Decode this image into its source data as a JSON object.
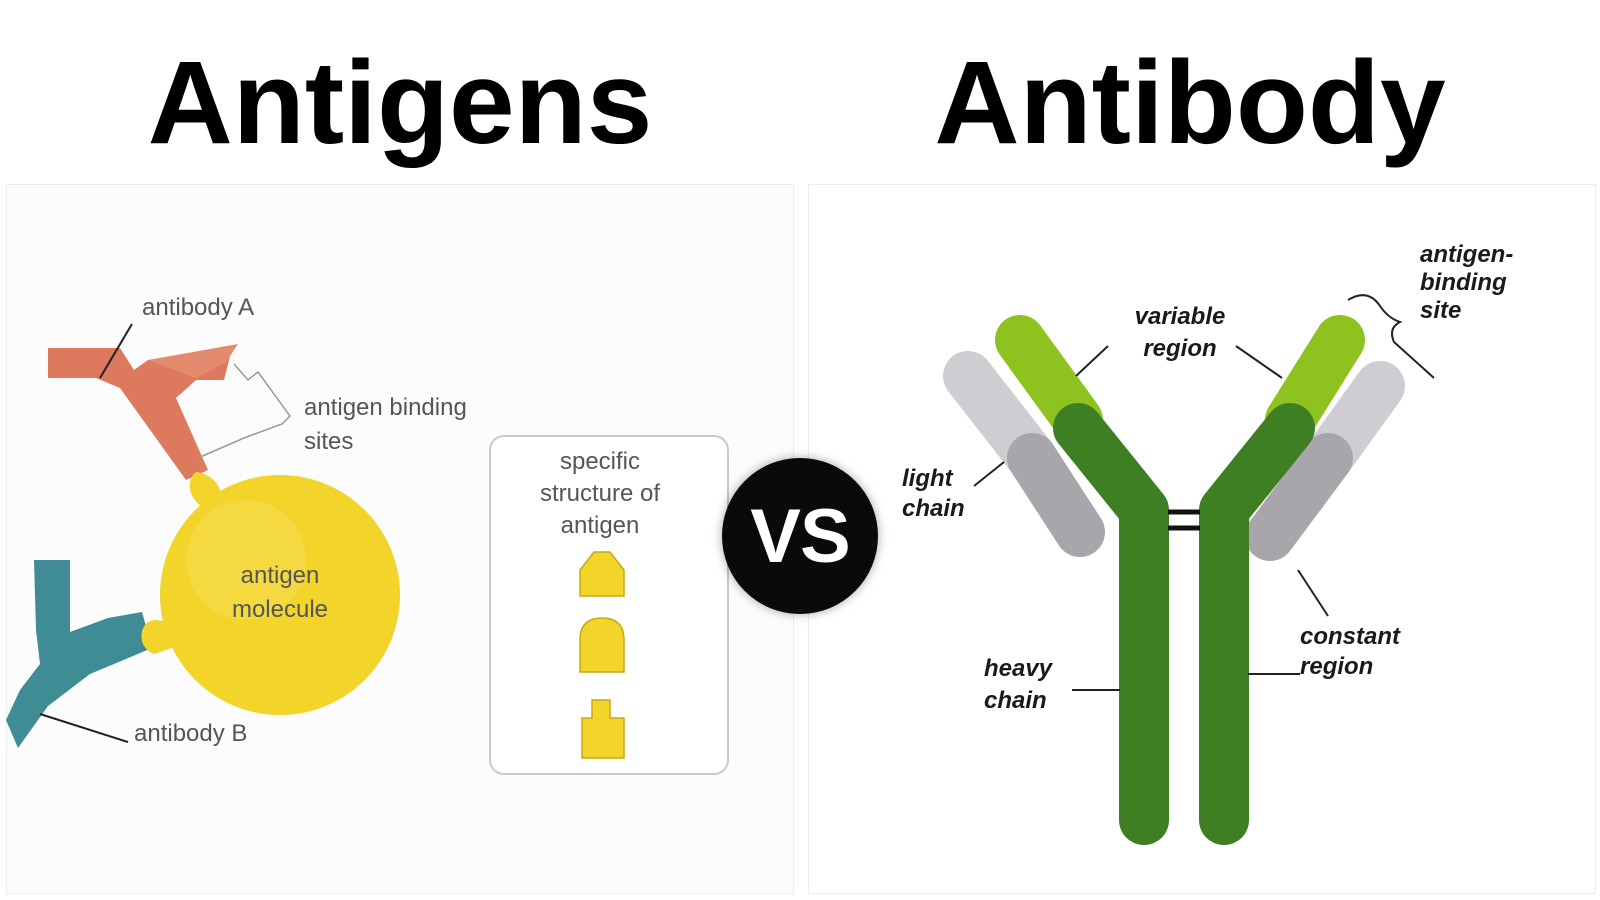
{
  "titles": {
    "left": "Antigens",
    "right": "Antibody"
  },
  "vs_label": "VS",
  "antigen_panel": {
    "antibody_a": "antibody A",
    "antigen_binding_sites_line1": "antigen binding",
    "antigen_binding_sites_line2": "sites",
    "antigen_molecule_line1": "antigen",
    "antigen_molecule_line2": "molecule",
    "antibody_b": "antibody B",
    "specific_structure_line1": "specific",
    "specific_structure_line2": "structure of",
    "specific_structure_line3": "antigen"
  },
  "antibody_panel": {
    "antigen_binding_site_line1": "antigen-",
    "antigen_binding_site_line2": "binding",
    "antigen_binding_site_line3": "site",
    "variable_region_line1": "variable",
    "variable_region_line2": "region",
    "light_chain_line1": "light",
    "light_chain_line2": "chain",
    "heavy_chain_line1": "heavy",
    "heavy_chain_line2": "chain",
    "constant_region_line1": "constant",
    "constant_region_line2": "region"
  },
  "colors": {
    "antigen_yellow": "#f2d42a",
    "antibody_a_salmon": "#dd7a5e",
    "antibody_b_teal": "#3f8c95",
    "heavy_chain_green": "#3d7f22",
    "variable_green": "#8dc21f",
    "light_chain_grey": "#a8a6ab",
    "light_chain_pale": "#cfccd2"
  }
}
